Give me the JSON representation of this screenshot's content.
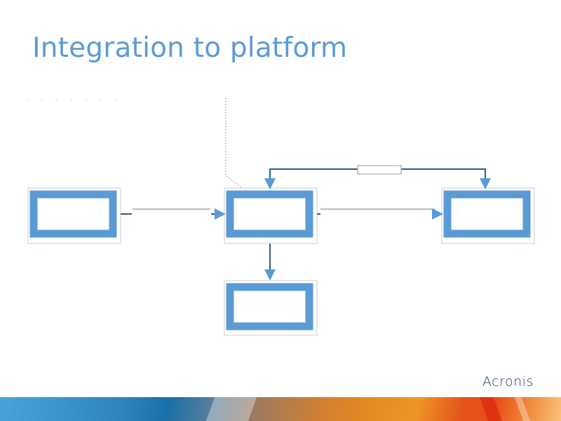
{
  "slide": {
    "title": "Integration to platform",
    "logo": "Acronis"
  },
  "diagram": {
    "nodes": [
      "left-node",
      "center-node",
      "right-node",
      "bottom-node"
    ],
    "edges": [
      {
        "from": "left-node",
        "to": "center-node",
        "style": "solid"
      },
      {
        "from": "center-node",
        "to": "right-node",
        "style": "solid"
      },
      {
        "from": "center-node",
        "to": "right-node",
        "style": "solid-top-route",
        "has_label_box": true
      },
      {
        "from": "center-node",
        "to": "bottom-node",
        "style": "solid"
      },
      {
        "from": "note",
        "to": "center-node",
        "style": "dotted"
      }
    ],
    "colors": {
      "node_fill": "#5b9bd5",
      "edge": "#2e5f8a",
      "title": "#5b9bd5"
    }
  }
}
